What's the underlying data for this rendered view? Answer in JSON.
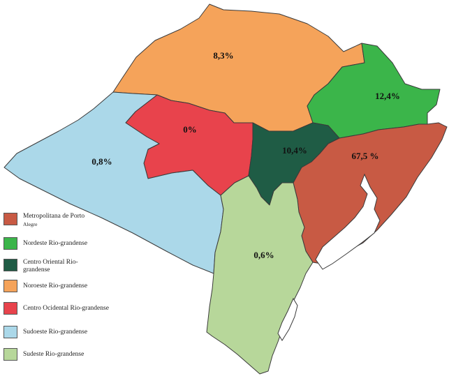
{
  "colors": {
    "metropolitana": "#c85a44",
    "nordeste": "#3bb54a",
    "centro_oriental": "#1f5c45",
    "noroeste": "#f5a35a",
    "centro_ocidental": "#e8434c",
    "sudoeste": "#abd8e9",
    "sudeste": "#b7d79a",
    "water": "#ffffff",
    "border": "#3a3a3a"
  },
  "regions": [
    {
      "id": "noroeste",
      "name": "Noroeste Rio-grandense",
      "value": "8,3%"
    },
    {
      "id": "nordeste",
      "name": "Nordeste Rio-grandense",
      "value": "12,4%"
    },
    {
      "id": "centro_ocidental",
      "name": "Centro Ocidental Rio-grandense",
      "value": "0%"
    },
    {
      "id": "centro_oriental",
      "name": "Centro Oriental Rio-grandense",
      "value": "10,4%"
    },
    {
      "id": "metropolitana",
      "name": "Metropolitana de Porto Alegre",
      "value": "67,5 %"
    },
    {
      "id": "sudoeste",
      "name": "Sudoeste Rio-grandense",
      "value": "0,8%"
    },
    {
      "id": "sudeste",
      "name": "Sudeste Rio-grandense",
      "value": "0,6%"
    }
  ],
  "legend": [
    {
      "label": "Metropolitana de Porto",
      "sub": "Alegre",
      "color": "#c85a44"
    },
    {
      "label": "Nordeste Rio-grandense",
      "sub": "",
      "color": "#3bb54a"
    },
    {
      "label": "Centro Oriental Rio-",
      "sub": "grandense",
      "color": "#1f5c45"
    },
    {
      "label": "Noroeste Rio-grandense",
      "sub": "",
      "color": "#f5a35a"
    },
    {
      "label": "Centro Ocidental Rio-grandense",
      "sub": "",
      "color": "#e8434c"
    },
    {
      "label": "Sudoeste Rio-grandense",
      "sub": "",
      "color": "#abd8e9"
    },
    {
      "label": "Sudeste Rio-grandense",
      "sub": "",
      "color": "#b7d79a"
    }
  ]
}
